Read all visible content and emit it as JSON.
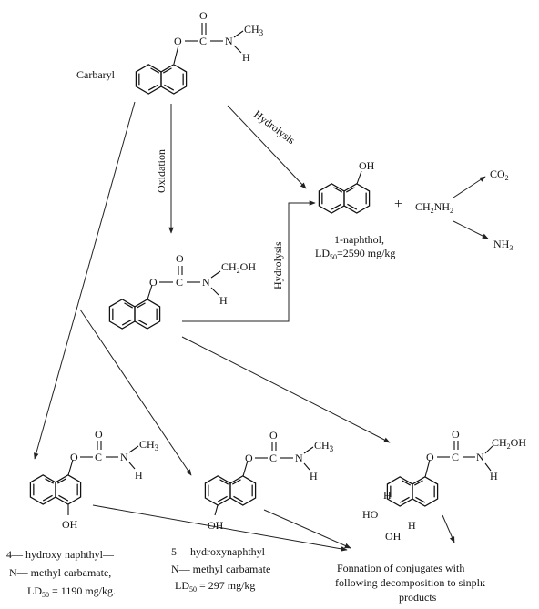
{
  "compounds": {
    "carbaryl": {
      "name": "Carbaryl"
    },
    "naphthol": {
      "name": "1-naphthol,",
      "ld_prefix": "LD",
      "ld_sub": "50",
      "ld_value": "=2590 mg/kg"
    },
    "hydroxymethyl_carbamate": {},
    "hydroxy4": {
      "line1": "4— hydroxy naphthyl—",
      "line2": "N— methyl carbamate,",
      "ld_prefix": "LD",
      "ld_sub": "50",
      "ld_value": " = 1190 mg/kg."
    },
    "hydroxy5": {
      "line1": "5— hydroxynaphthyl—",
      "line2": "N— methyl carbamate",
      "ld_prefix": "LD",
      "ld_sub": "50",
      "ld_value": " = 297 mg/kg"
    },
    "dihydrodiol": {}
  },
  "byproducts": {
    "plus": "+",
    "methylamine_a": "CH",
    "methylamine_b": "2",
    "methylamine_c": "NH",
    "methylamine_d": "2",
    "co2_a": "CO",
    "co2_b": "2",
    "nh3_a": "NH",
    "nh3_b": "3"
  },
  "reactions": {
    "oxidation": "Oxidation",
    "hydrolysis_top": "Hydrolysis",
    "hydrolysis_mid": "Hydrolysis"
  },
  "final_products": {
    "line1": "Fonnation of conjugates with",
    "line2": "following decomposition to sinplĸ",
    "line3": "products"
  },
  "atoms": {
    "O": "O",
    "C": "C",
    "N": "N",
    "H": "H",
    "OH": "OH",
    "HO": "HO",
    "CH3": "CH",
    "sub3": "3",
    "CH2OH_a": "CH",
    "CH2OH_b": "2",
    "CH2OH_c": "OH"
  }
}
